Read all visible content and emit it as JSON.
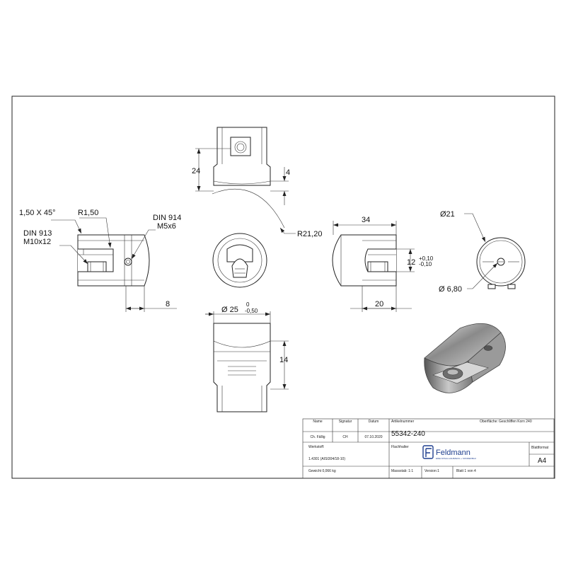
{
  "drawing": {
    "dimensions": {
      "chamfer": "1,50 X 45°",
      "radius_small": "R1,50",
      "din913_line1": "DIN 913",
      "din913_line2": "M10x12",
      "din914_line1": "DIN 914",
      "din914_line2": "M5x6",
      "dim_8": "8",
      "dim_24": "24",
      "dim_4": "4",
      "radius_large": "R21,20",
      "diameter_25": "Ø 25",
      "tol_25_upper": "0",
      "tol_25_lower": "-0,50",
      "dim_14": "14",
      "dim_34": "34",
      "dim_12": "12",
      "tol_12_upper": "+0,10",
      "tol_12_lower": "-0,10",
      "dim_20": "20",
      "diameter_21": "Ø21",
      "diameter_680": "Ø 6,80"
    }
  },
  "title_block": {
    "col_name": "Name",
    "col_signature": "Signatur",
    "col_date": "Datum",
    "name": "Ch. Fällig",
    "signature": "CH",
    "date": "07.10.2020",
    "article_label": "Artikelnummer",
    "article_number": "55342-240",
    "surface_label": "Oberfläche:",
    "surface_value": "Geschliffen Korn 240",
    "material_label": "Werkstoff:",
    "material_value": "1.4301 (AISI304/18-10)",
    "weight": "Gewicht 0,066 kg",
    "scale": "Massstab: 1:1",
    "version": "Version:1",
    "sheet": "Blatt 1 von 4",
    "format_label": "Blattformat",
    "format_value": "A4",
    "designation_label": "Flachhalter",
    "logo_name": "Feldmann",
    "logo_tagline": "EDELSTAHL-HALBZEUG + SONDERBAU"
  }
}
